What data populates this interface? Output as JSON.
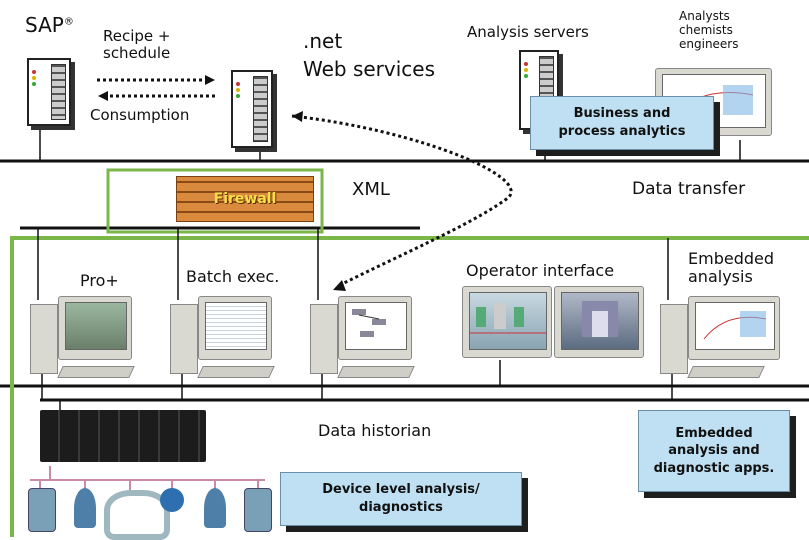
{
  "sap": {
    "label": "SAP",
    "reg": "®"
  },
  "arrows": {
    "recipe": "Recipe +\nschedule",
    "consumption": "Consumption",
    "xml": "XML"
  },
  "web_services": {
    "line1": ".net",
    "line2": "Web services"
  },
  "analysis_servers": {
    "label": "Analysis servers"
  },
  "analysts": {
    "label": "Analysts\nchemists\nengineers"
  },
  "boxes": {
    "business": "Business and\nprocess analytics",
    "embedded": "Embedded\nanalysis and\ndiagnostic apps.",
    "device": "Device level analysis/\ndiagnostics"
  },
  "firewall": {
    "label": "Firewall"
  },
  "data_transfer": {
    "label": "Data transfer"
  },
  "stations": {
    "pro": "Pro+",
    "batch": "Batch exec.",
    "operator": "Operator interface",
    "embedded": "Embedded\nanalysis"
  },
  "data_historian": {
    "label": "Data historian"
  },
  "colors": {
    "network_box": "#7ab648",
    "callout_fill": "#bfe0f2",
    "firewall": "#d98a3c",
    "firewall_text": "#f6e04b"
  }
}
